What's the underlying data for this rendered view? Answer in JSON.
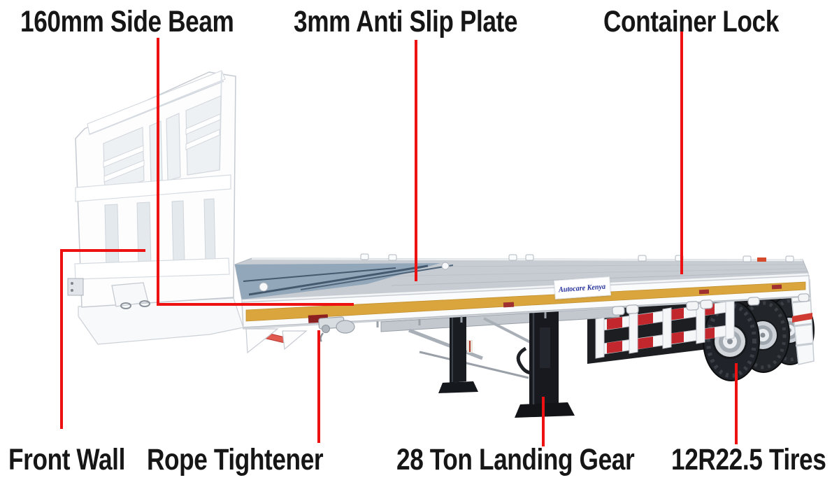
{
  "annotations": {
    "side_beam": "160mm Side Beam",
    "anti_slip": "3mm Anti Slip Plate",
    "container_lock": "Container Lock",
    "front_wall": "Front Wall",
    "rope_tightener": "Rope Tightener",
    "landing_gear": "28 Ton Landing Gear",
    "tires": "12R22.5 Tires"
  },
  "trailer": {
    "brand_plate": "Autocare Kenya"
  },
  "colors": {
    "leader_line": "#ee1111",
    "label_text": "#161616",
    "stripe_yellow": "#d9a53c",
    "reflective_red": "#c1272d",
    "brand_navy": "#24309a"
  }
}
